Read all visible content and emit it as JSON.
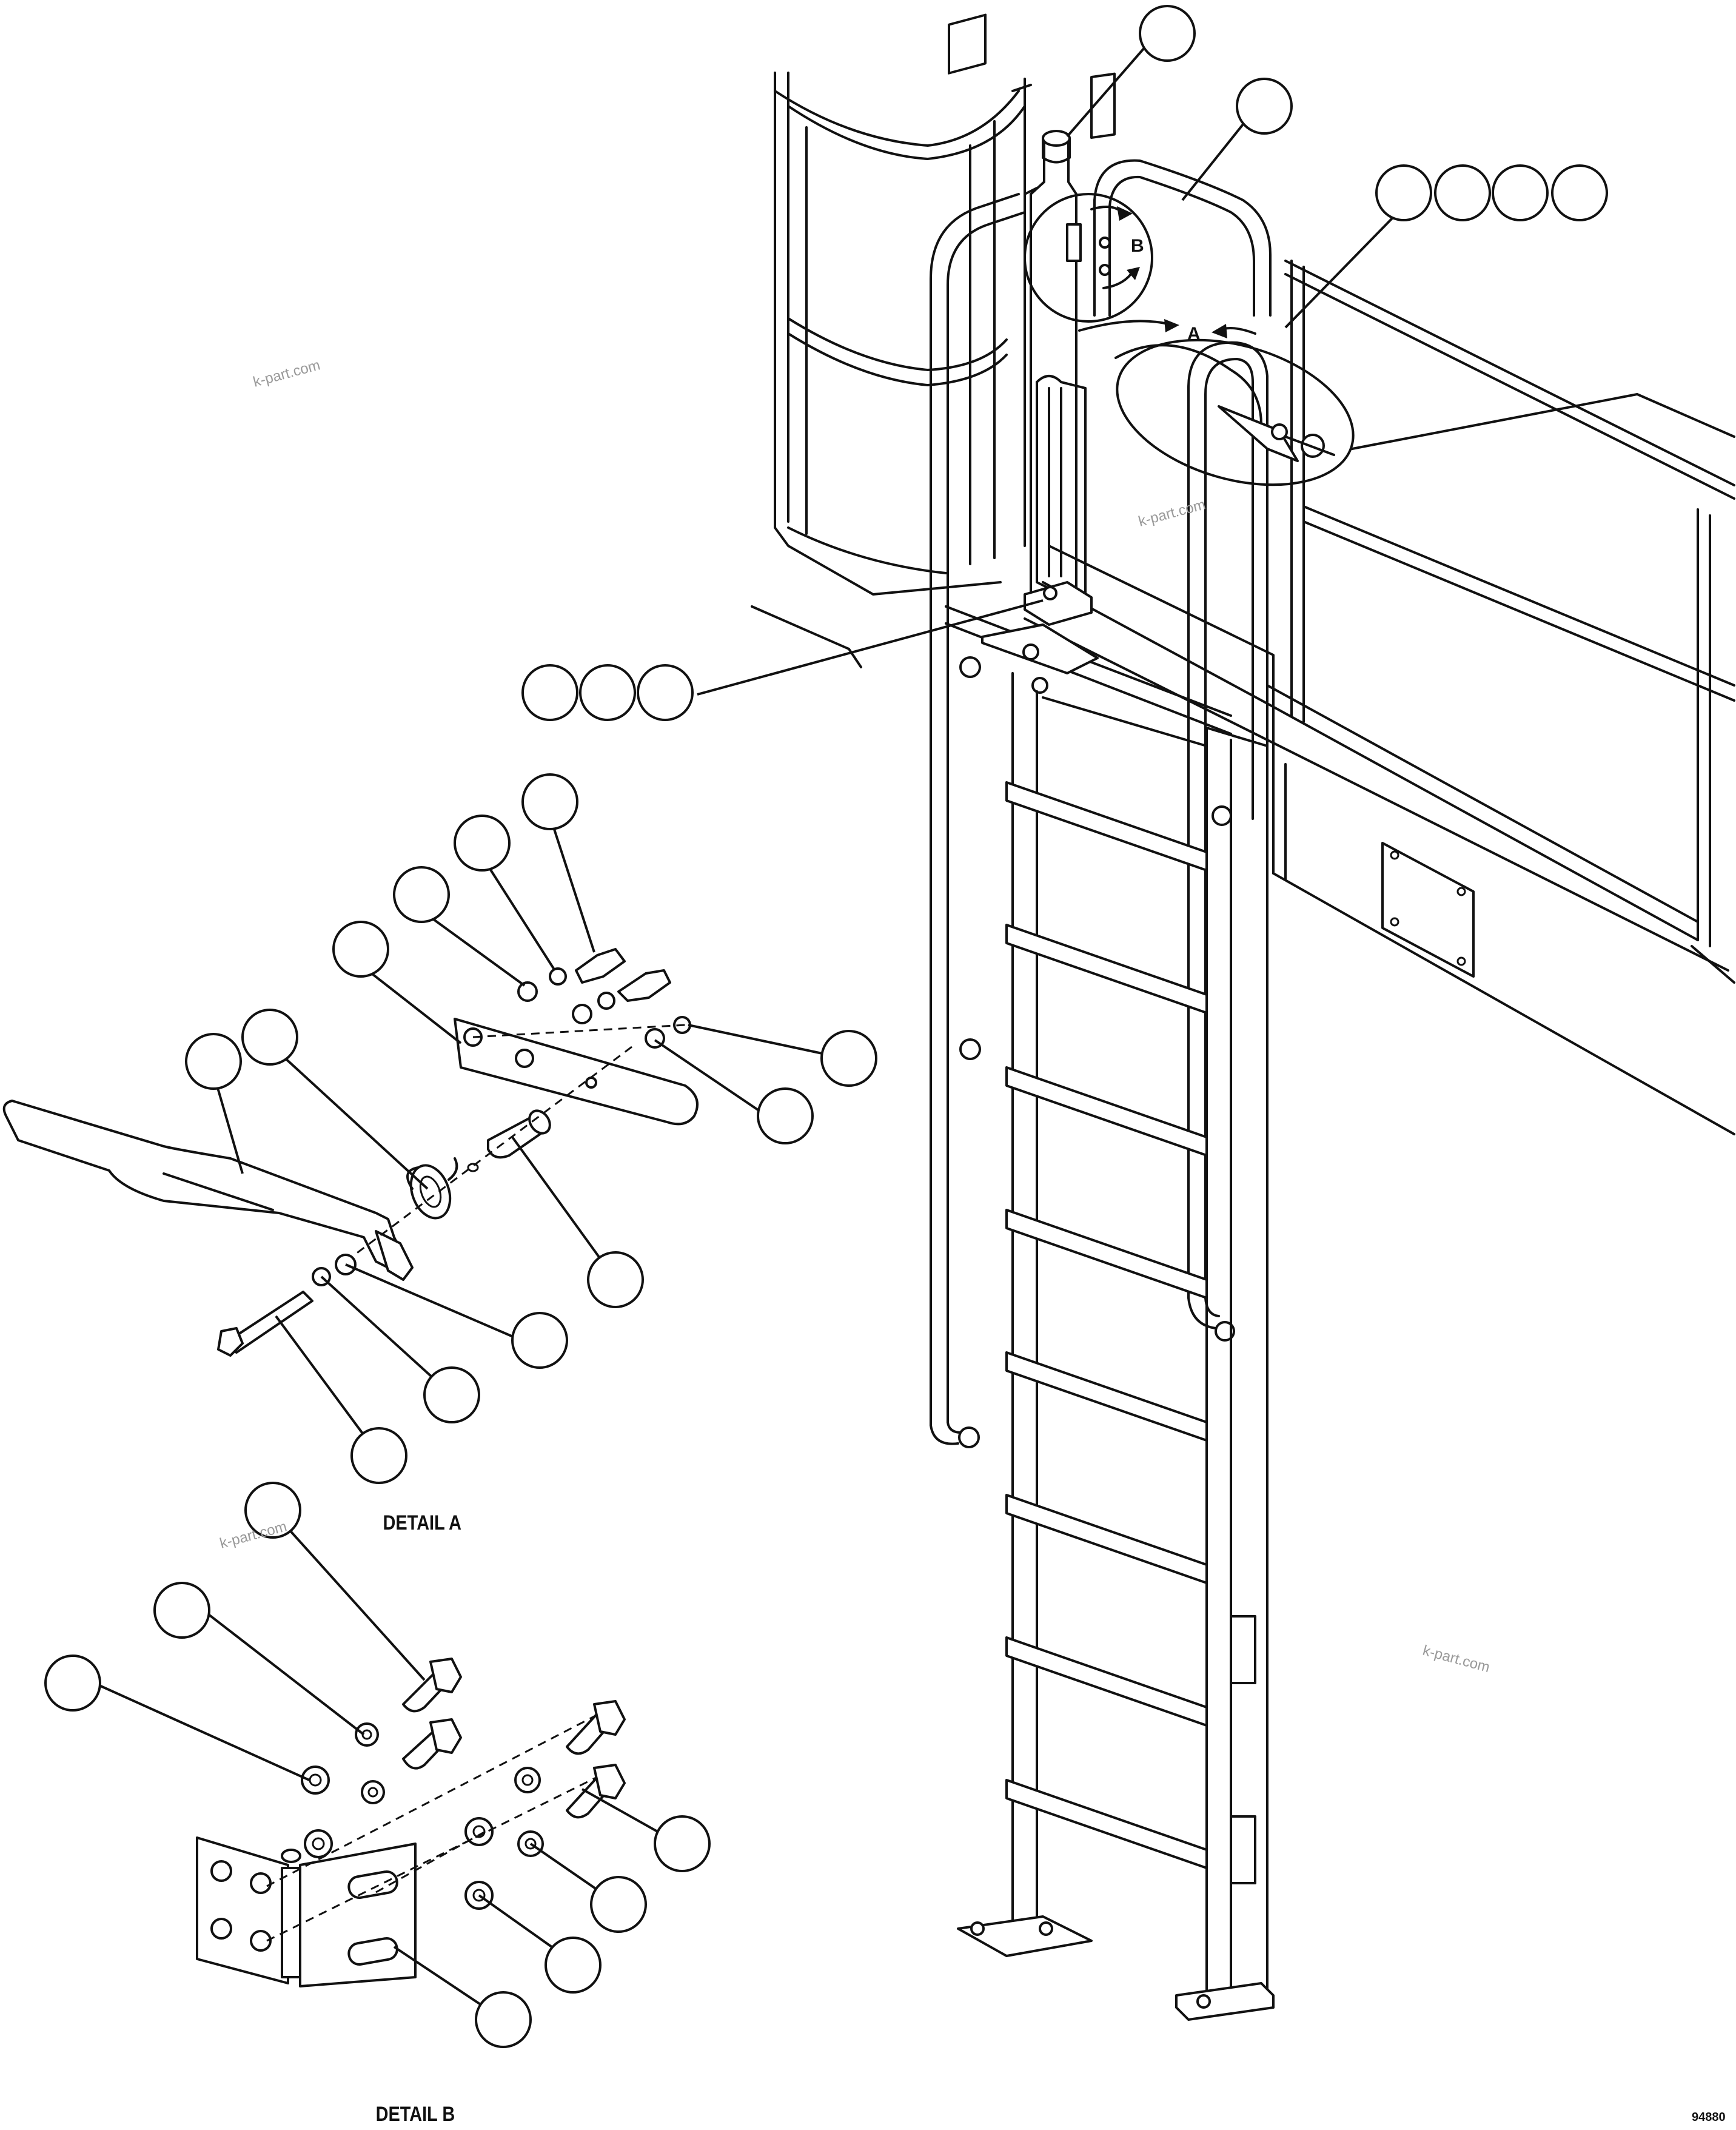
{
  "labels": {
    "detail_a": "DETAIL A",
    "detail_b": "DETAIL B",
    "view_a": "A",
    "view_b": "B",
    "drawing_number": "94880"
  },
  "watermarks": [
    "k-part.com",
    "k-part.com",
    "k-part.com",
    "k-part.com"
  ]
}
